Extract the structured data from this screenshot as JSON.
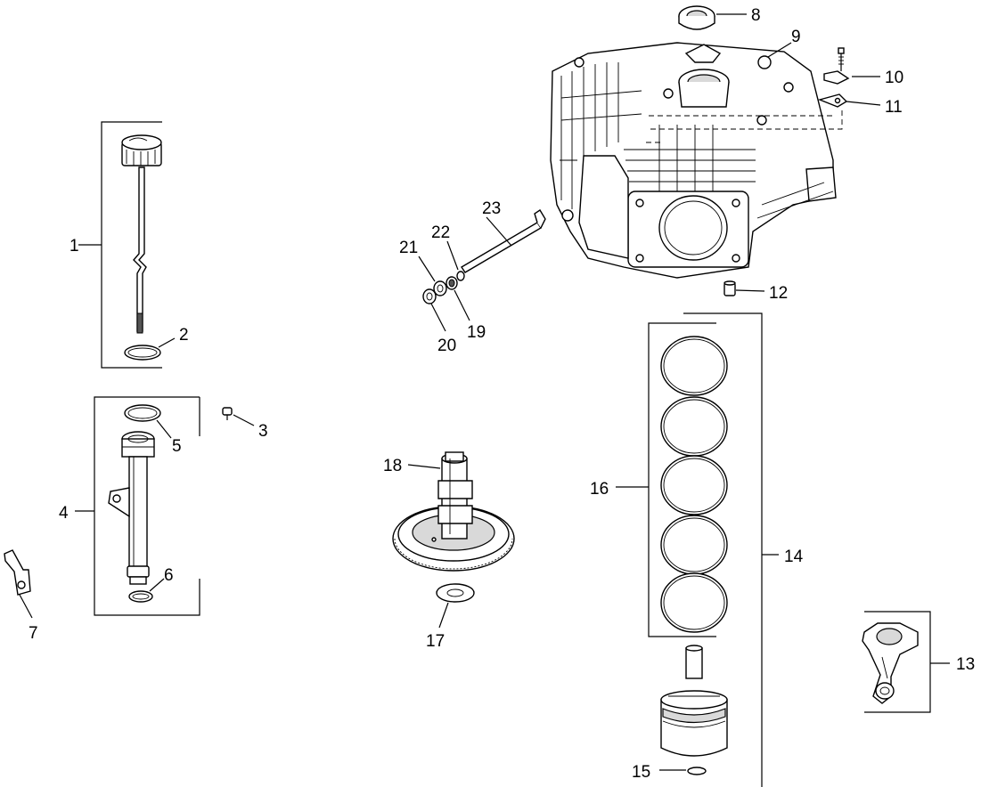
{
  "callouts": {
    "c1": "1",
    "c2": "2",
    "c3": "3",
    "c4": "4",
    "c5": "5",
    "c6": "6",
    "c7": "7",
    "c8": "8",
    "c9": "9",
    "c10": "10",
    "c11": "11",
    "c12": "12",
    "c13": "13",
    "c14": "14",
    "c15": "15",
    "c16": "16",
    "c17": "17",
    "c18": "18",
    "c19": "19",
    "c20": "20",
    "c21": "21",
    "c22": "22",
    "c23": "23"
  }
}
